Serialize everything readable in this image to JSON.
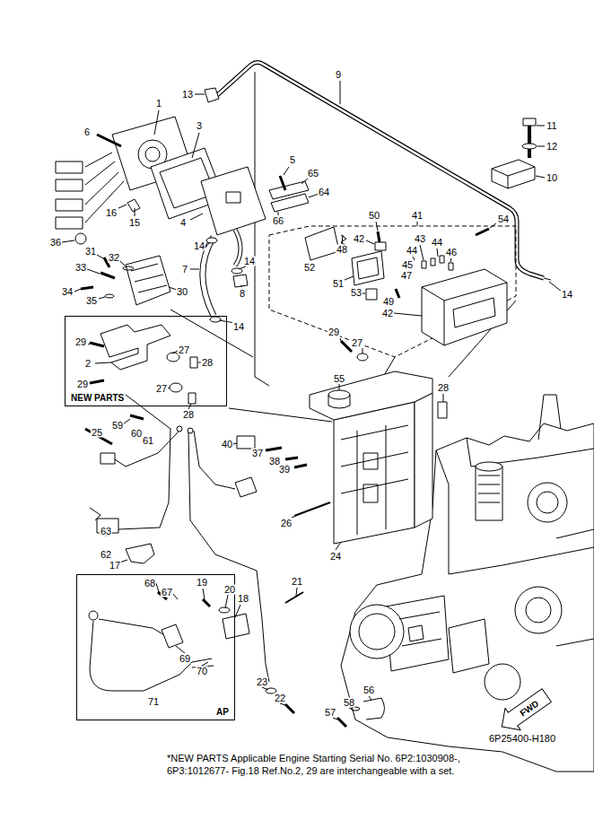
{
  "diagram": {
    "caption": "*NEW PARTS Applicable Engine Starting Serial No. 6P2:1030908-, 6P3:1012677- Fig.18 Ref.No.2, 29 are interchangeable with a set.",
    "nodes": [
      {
        "text": [
          "NEW PARTS"
        ]
      },
      {
        "text": [
          "AP"
        ]
      }
    ],
    "labels": [
      "1",
      "3",
      "6",
      "9",
      "13",
      "11",
      "12",
      "10",
      "5",
      "65",
      "64",
      "41",
      "16",
      "15",
      "4",
      "66",
      "50",
      "54",
      "52",
      "48",
      "42",
      "43",
      "44",
      "44",
      "36",
      "31",
      "32",
      "14",
      "14",
      "46",
      "45",
      "47",
      "33",
      "7",
      "8",
      "51",
      "53",
      "49",
      "42",
      "14",
      "34",
      "35",
      "30",
      "14",
      "29",
      "27",
      "2",
      "28",
      "29",
      "27",
      "28",
      "29",
      "27",
      "55",
      "28",
      "59",
      "60",
      "61",
      "25",
      "40",
      "37",
      "38",
      "39",
      "26",
      "24",
      "63",
      "62",
      "17",
      "68",
      "67",
      "19",
      "20",
      "21",
      "18",
      "69",
      "70",
      "71",
      "23",
      "22",
      "56",
      "58",
      "57",
      "FWD",
      "6P25400-H180"
    ]
  }
}
